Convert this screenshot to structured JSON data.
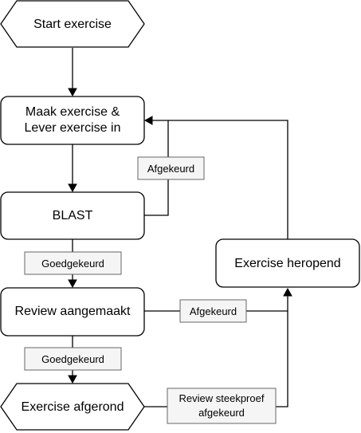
{
  "nodes": {
    "start": "Start exercise",
    "make_line1": "Maak exercise &",
    "make_line2": "Lever exercise in",
    "blast": "BLAST",
    "review": "Review aangemaakt",
    "finished": "Exercise afgerond",
    "reopened": "Exercise heropend"
  },
  "edge_labels": {
    "rejected_blast": "Afgekeurd",
    "approved_blast": "Goedgekeurd",
    "rejected_review": "Afgekeurd",
    "approved_review": "Goedgekeurd",
    "sample_line1": "Review steekproef",
    "sample_line2": "afgekeurd"
  }
}
